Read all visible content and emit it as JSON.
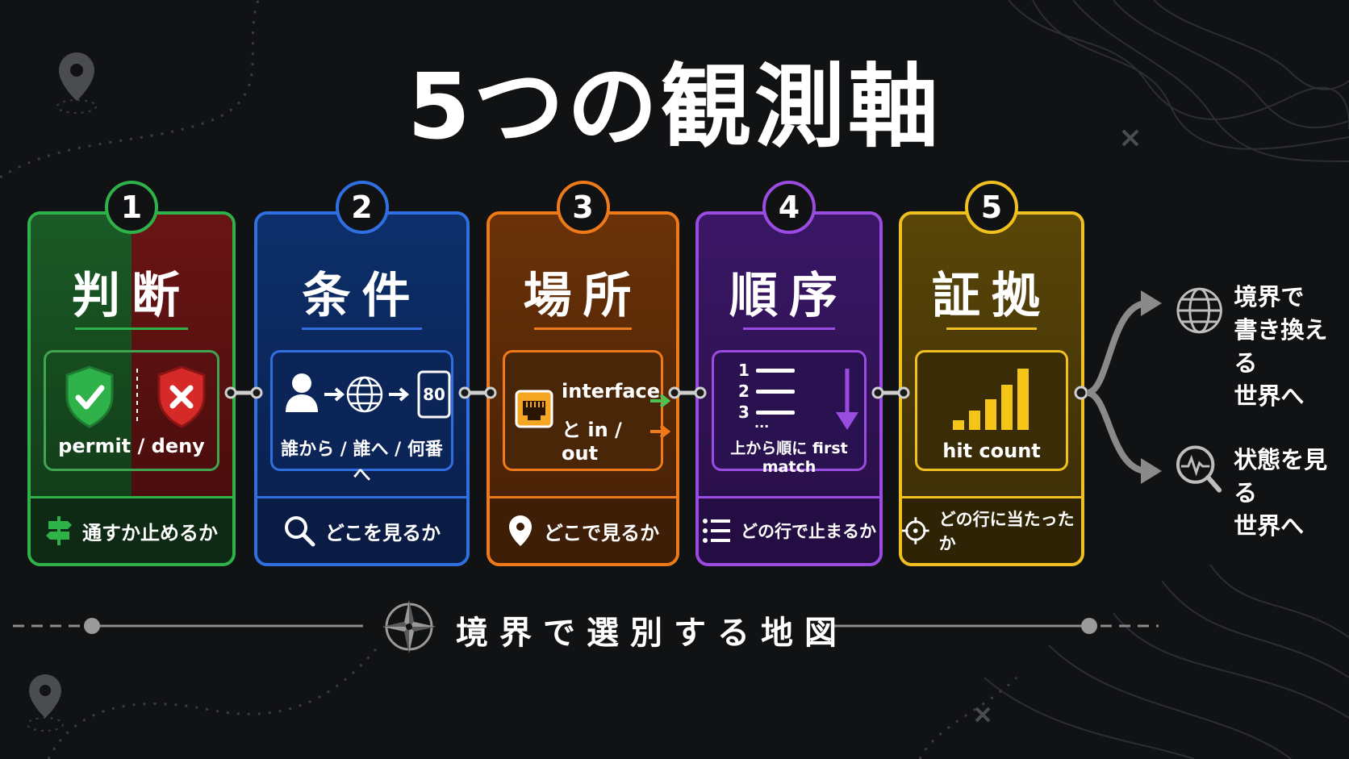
{
  "title": "5つの観測軸",
  "colors": {
    "background": "#111214",
    "judgement": "#2fb24a",
    "condition": "#2f6fe0",
    "location": "#ef7a1a",
    "order": "#9a4be0",
    "evidence": "#f0c020",
    "deny": "#b0201e"
  },
  "cards": [
    {
      "number": "1",
      "heading": "判断",
      "caption": "permit / deny",
      "footer": "通すか止めるか",
      "icons": [
        "shield-check-icon",
        "shield-x-icon"
      ],
      "footer_icon": "signpost-icon"
    },
    {
      "number": "2",
      "heading": "条件",
      "port": "80",
      "caption": "誰から / 誰へ / 何番へ",
      "footer": "どこを見るか",
      "icons": [
        "user-icon",
        "arrow-right-icon",
        "globe-icon",
        "arrow-right-icon",
        "port-icon"
      ],
      "footer_icon": "magnifier-icon"
    },
    {
      "number": "3",
      "heading": "場所",
      "line1": "interface",
      "line2": "と in / out",
      "footer": "どこで見るか",
      "icons": [
        "ethernet-port-icon",
        "arrow-in-icon",
        "arrow-out-icon"
      ],
      "footer_icon": "map-pin-icon"
    },
    {
      "number": "4",
      "heading": "順序",
      "list": [
        "1",
        "2",
        "3",
        "..."
      ],
      "caption": "上から順に first match",
      "footer": "どの行で止まるか",
      "icons": [
        "numbered-list-icon",
        "arrow-down-icon"
      ],
      "footer_icon": "list-icon"
    },
    {
      "number": "5",
      "heading": "証拠",
      "caption": "hit count",
      "footer": "どの行に当たったか",
      "icons": [
        "bar-signal-icon"
      ],
      "footer_icon": "crosshair-icon"
    }
  ],
  "outcomes": [
    {
      "text": "境界で\n書き換える\n世界へ",
      "icon": "globe-icon"
    },
    {
      "text": "状態を見る\n世界へ",
      "icon": "pulse-magnifier-icon"
    }
  ],
  "bottom_label": "境界で選別する地図",
  "bottom_icon": "compass-icon"
}
